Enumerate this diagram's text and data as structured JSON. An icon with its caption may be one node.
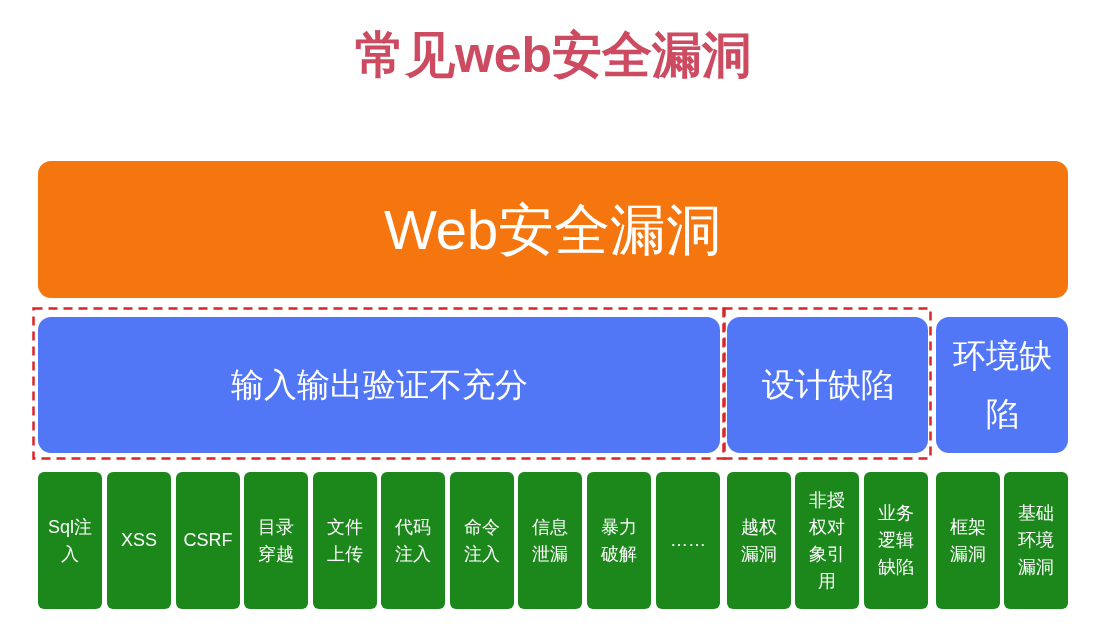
{
  "diagram": {
    "title": "常见web安全漏洞",
    "nodes": [
      {
        "text": [
          "Web安全漏洞"
        ]
      },
      {
        "text": [
          "输入输出验证不充分"
        ]
      },
      {
        "text": [
          "设计缺陷"
        ]
      },
      {
        "text": [
          "环境缺陷"
        ]
      },
      {
        "text": [
          "Sql注入"
        ]
      },
      {
        "text": [
          "XSS"
        ]
      },
      {
        "text": [
          "CSRF"
        ]
      },
      {
        "text": [
          "目录穿越"
        ]
      },
      {
        "text": [
          "文件上传"
        ]
      },
      {
        "text": [
          "代码注入"
        ]
      },
      {
        "text": [
          "命令注入"
        ]
      },
      {
        "text": [
          "信息泄漏"
        ]
      },
      {
        "text": [
          "暴力破解"
        ]
      },
      {
        "text": [
          "……"
        ]
      },
      {
        "text": [
          "越权漏洞"
        ]
      },
      {
        "text": [
          "非授权对象引用"
        ]
      },
      {
        "text": [
          "业务逻辑缺陷"
        ]
      },
      {
        "text": [
          "框架漏洞"
        ]
      },
      {
        "text": [
          "基础环境漏洞"
        ]
      }
    ],
    "edges": []
  }
}
